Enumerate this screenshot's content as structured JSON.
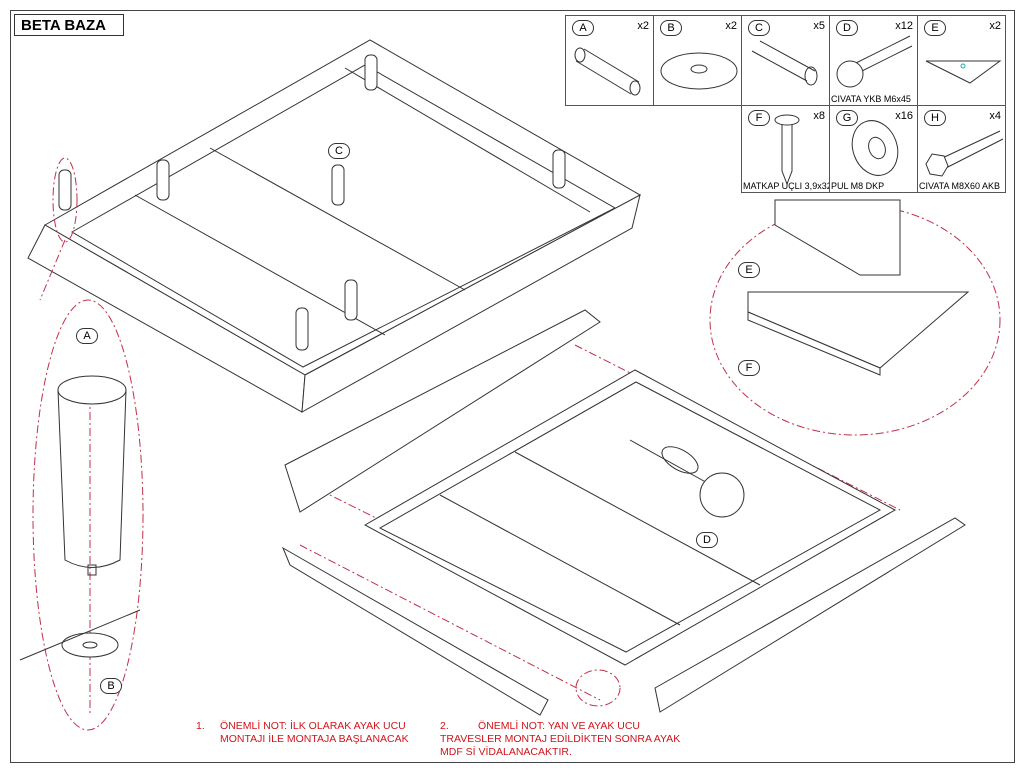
{
  "title": "BETA BAZA",
  "parts": [
    {
      "id": "A",
      "qty": "x2",
      "name": ""
    },
    {
      "id": "B",
      "qty": "x2",
      "name": ""
    },
    {
      "id": "C",
      "qty": "x5",
      "name": ""
    },
    {
      "id": "D",
      "qty": "x12",
      "name": "CIVATA YKB M6x45"
    },
    {
      "id": "E",
      "qty": "x2",
      "name": ""
    },
    {
      "id": "F",
      "qty": "x8",
      "name": "MATKAP UÇLI 3,9x32"
    },
    {
      "id": "G",
      "qty": "x16",
      "name": "PUL M8 DKP"
    },
    {
      "id": "H",
      "qty": "x4",
      "name": "CIVATA M8X60 AKB"
    }
  ],
  "callouts": {
    "a": "A",
    "b": "B",
    "c": "C",
    "d": "D",
    "e": "E",
    "f": "F"
  },
  "notes": [
    {
      "num": "1.",
      "lines": [
        "ÖNEMLİ NOT: İLK OLARAK AYAK UCU",
        "MONTAJI İLE MONTAJA BAŞLANACAK"
      ]
    },
    {
      "num": "2.",
      "lines": [
        "ÖNEMLİ NOT: YAN VE AYAK UCU",
        "TRAVESLER  MONTAJ EDİLDİKTEN SONRA AYAK",
        "MDF Sİ VİDALANACAKTIR."
      ]
    }
  ],
  "colors": {
    "line": "#333333",
    "dash": "#c0304a",
    "note": "#d0141b"
  }
}
